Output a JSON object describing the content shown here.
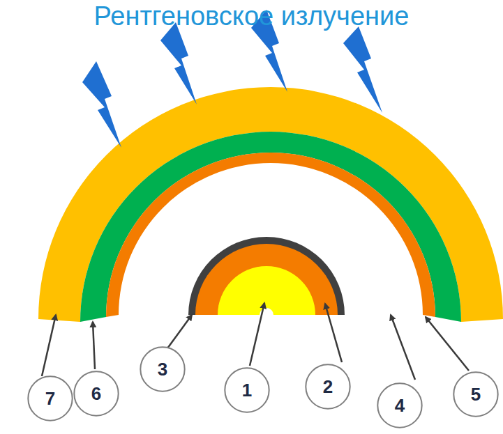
{
  "diagram": {
    "title": "Рентгеновское излучение",
    "nodes": [
      {
        "text": [
          "7"
        ]
      },
      {
        "text": [
          "6"
        ]
      },
      {
        "text": [
          "3"
        ]
      },
      {
        "text": [
          "1"
        ]
      },
      {
        "text": [
          "2"
        ]
      },
      {
        "text": [
          "4"
        ]
      },
      {
        "text": [
          "5"
        ]
      }
    ]
  }
}
